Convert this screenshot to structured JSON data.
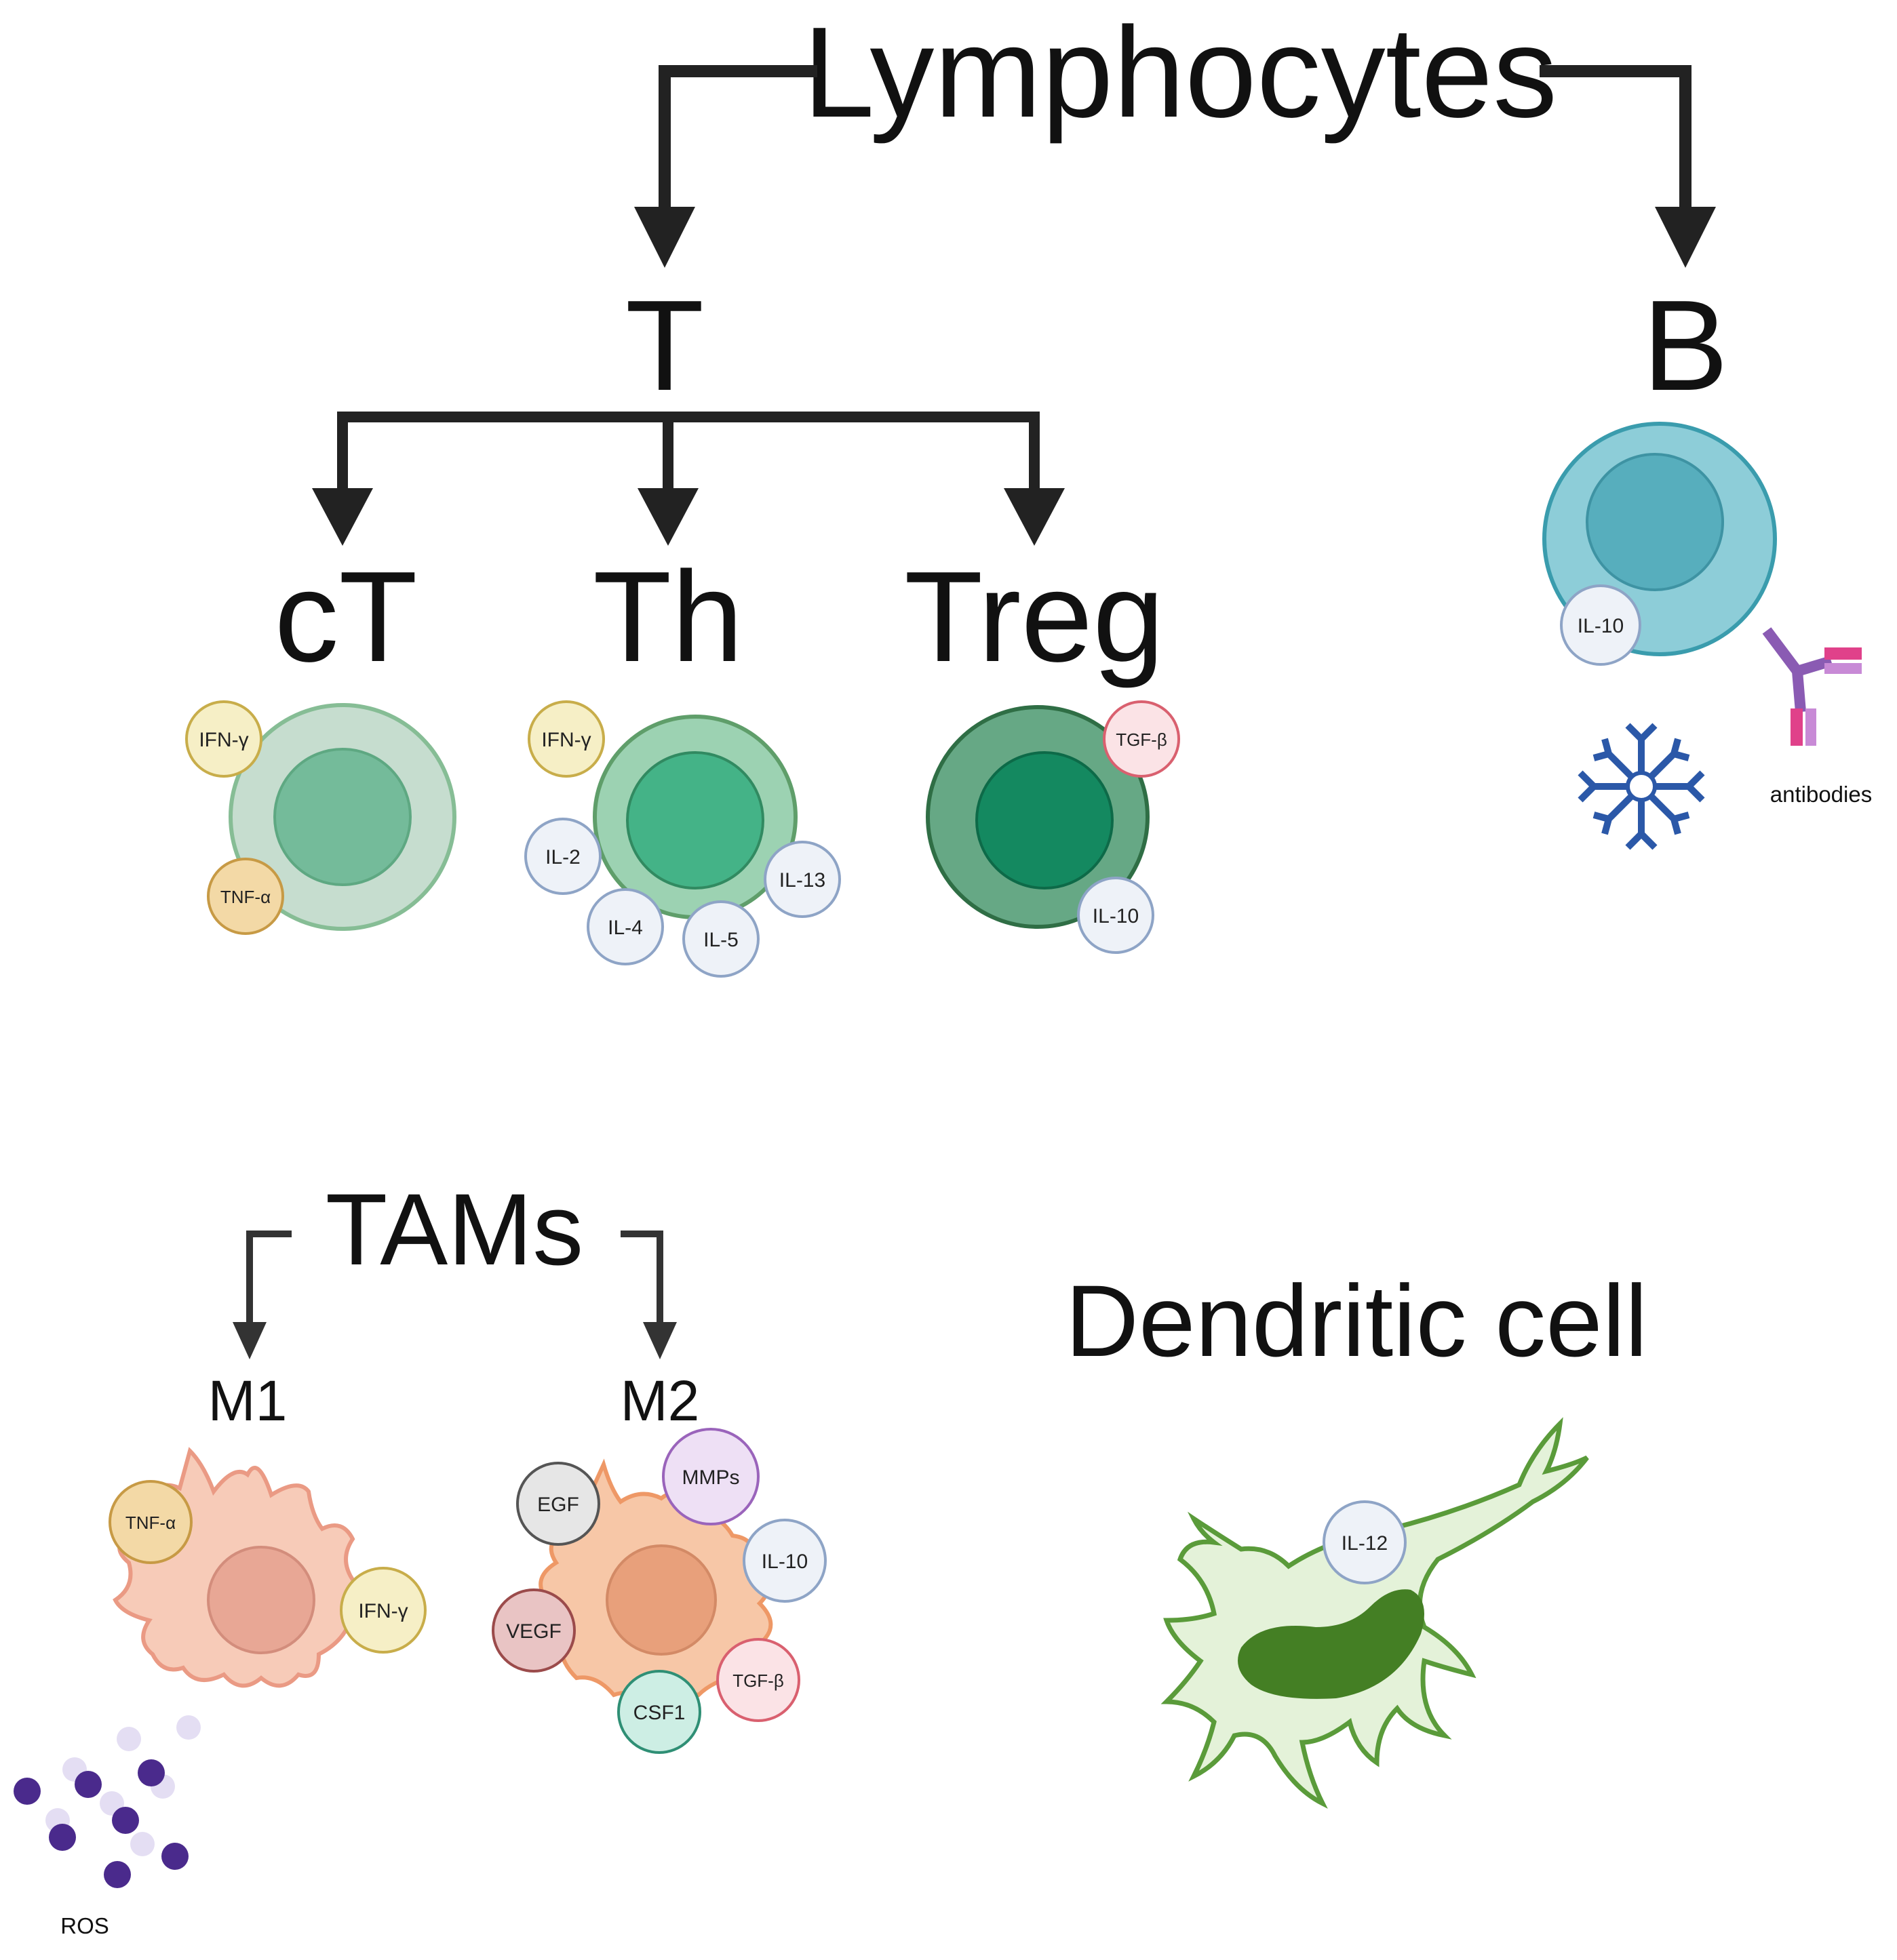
{
  "lymphocytes": {
    "title": "Lymphocytes",
    "t_branch": {
      "label": "T",
      "subtypes": {
        "cT": {
          "label": "cT",
          "cytokines": [
            "IFN-γ",
            "TNF-α"
          ]
        },
        "Th": {
          "label": "Th",
          "cytokines": [
            "IFN-γ",
            "IL-2",
            "IL-4",
            "IL-5",
            "IL-13"
          ]
        },
        "Treg": {
          "label": "Treg",
          "cytokines": [
            "TGF-β",
            "IL-10"
          ]
        }
      }
    },
    "b_branch": {
      "label": "B",
      "cytokines": [
        "IL-10"
      ],
      "antibodies_label": "antibodies"
    }
  },
  "tams": {
    "title": "TAMs",
    "m1": {
      "label": "M1",
      "cytokines": [
        "TNF-α",
        "IFN-γ"
      ],
      "ros_label": "ROS"
    },
    "m2": {
      "label": "M2",
      "cytokines": [
        "MMPs",
        "EGF",
        "IL-10",
        "VEGF",
        "TGF-β",
        "CSF1"
      ]
    }
  },
  "dendritic": {
    "title": "Dendritic cell",
    "cytokines": [
      "IL-12"
    ]
  },
  "colors": {
    "ifn": "#f6efc6",
    "tnf": "#f3d9a6",
    "il": "#eef2f8",
    "tgf": "#fbe3e6",
    "mmps": "#eee0f5",
    "egf": "#e6e6e6",
    "vegf": "#e9c4c4",
    "csf1": "#cdeee4",
    "ros": "#4a2a8c"
  }
}
